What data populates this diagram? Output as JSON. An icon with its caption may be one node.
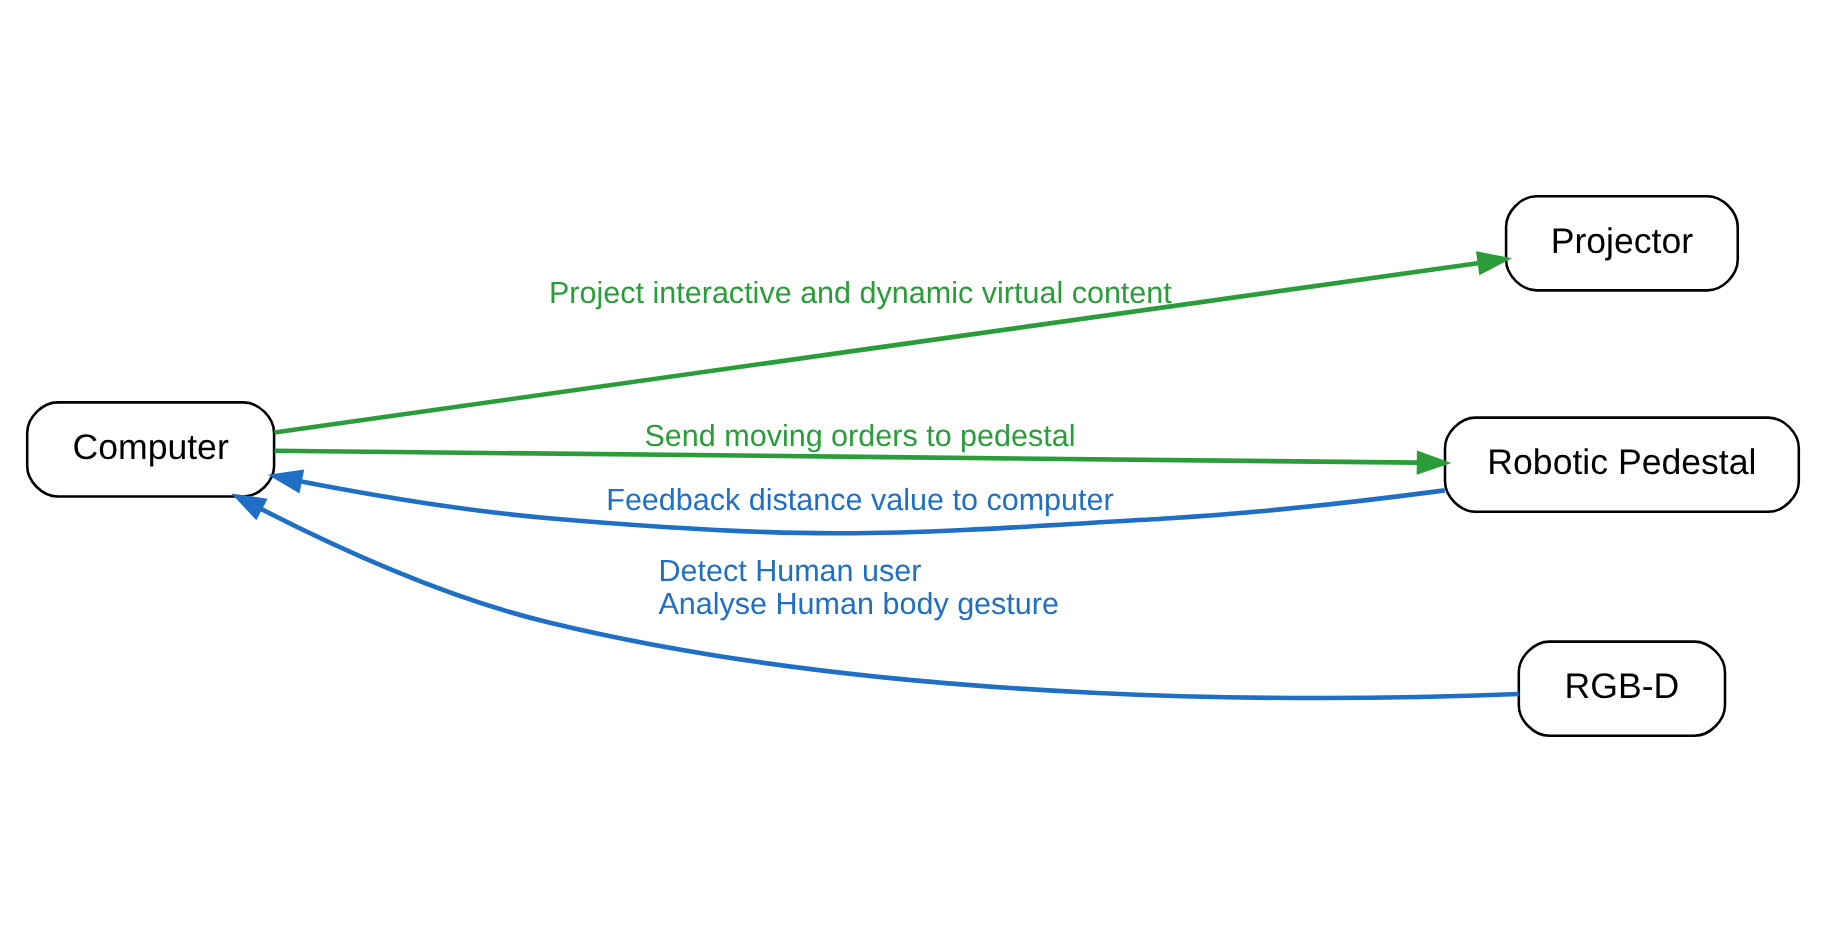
{
  "diagram": {
    "nodes": [
      {
        "text": [
          "Computer"
        ]
      },
      {
        "text": [
          "RGB-D"
        ]
      },
      {
        "text": [
          "Projector"
        ]
      },
      {
        "text": [
          "Robotic Pedestal"
        ]
      }
    ],
    "edges": [
      {
        "from": 1,
        "to": 0,
        "arrow": "to",
        "label": [
          "Detect Human user",
          "Analyse Human body gesture"
        ],
        "color": "#1f6fc5"
      },
      {
        "from": 0,
        "to": 2,
        "arrow": "to",
        "label": [
          "Project interactive and dynamic virtual content"
        ],
        "color": "#2a9d3a"
      },
      {
        "from": 0,
        "to": 3,
        "arrow": "to",
        "label": [
          "Send moving orders to pedestal"
        ],
        "color": "#2a9d3a"
      },
      {
        "from": 3,
        "to": 0,
        "arrow": "to",
        "label": [
          "Feedback distance value to computer"
        ],
        "color": "#1f6fc5"
      }
    ]
  }
}
